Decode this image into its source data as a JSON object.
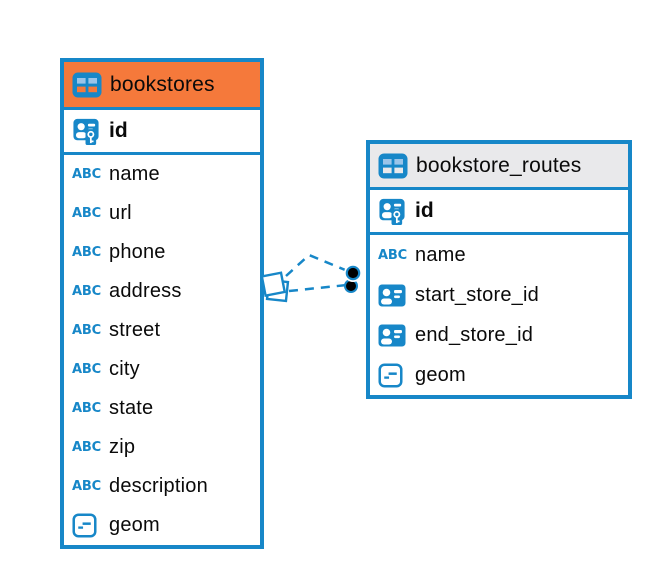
{
  "colors": {
    "accent_blue": "#1787C8",
    "bookstores_header_bg": "#F5793B",
    "bookstore_routes_header_bg": "#E9E9EB",
    "text": "#0A0A0A",
    "relationship_dot": "#000000",
    "canvas_bg": "#FFFFFF"
  },
  "icons": {
    "text_type_label": "ABC",
    "table_icon": "table-grid-icon",
    "primary_key_icon": "id-card-with-key-icon",
    "reference_icon": "id-card-icon",
    "geometry_icon": "box-with-dash-icon"
  },
  "tables": {
    "bookstores": {
      "title": "bookstores",
      "primary_key": {
        "label": "id"
      },
      "columns": [
        {
          "label": "name",
          "type_icon": "text-type-icon"
        },
        {
          "label": "url",
          "type_icon": "text-type-icon"
        },
        {
          "label": "phone",
          "type_icon": "text-type-icon"
        },
        {
          "label": "address",
          "type_icon": "text-type-icon"
        },
        {
          "label": "street",
          "type_icon": "text-type-icon"
        },
        {
          "label": "city",
          "type_icon": "text-type-icon"
        },
        {
          "label": "state",
          "type_icon": "text-type-icon"
        },
        {
          "label": "zip",
          "type_icon": "text-type-icon"
        },
        {
          "label": "description",
          "type_icon": "text-type-icon"
        },
        {
          "label": "geom",
          "type_icon": "geometry-type-icon"
        }
      ]
    },
    "bookstore_routes": {
      "title": "bookstore_routes",
      "primary_key": {
        "label": "id"
      },
      "columns": [
        {
          "label": "name",
          "type_icon": "text-type-icon"
        },
        {
          "label": "start_store_id",
          "type_icon": "reference-column-icon"
        },
        {
          "label": "end_store_id",
          "type_icon": "reference-column-icon"
        },
        {
          "label": "geom",
          "type_icon": "geometry-type-icon"
        }
      ]
    }
  },
  "relationships": [
    {
      "between": [
        "bookstores",
        "bookstore_routes"
      ],
      "style": "dashed",
      "line_count": 2,
      "marker_at_bookstores_end": "overlapping-squares-diamond",
      "marker_at_bookstore_routes_end": "two-black-dots"
    }
  ]
}
